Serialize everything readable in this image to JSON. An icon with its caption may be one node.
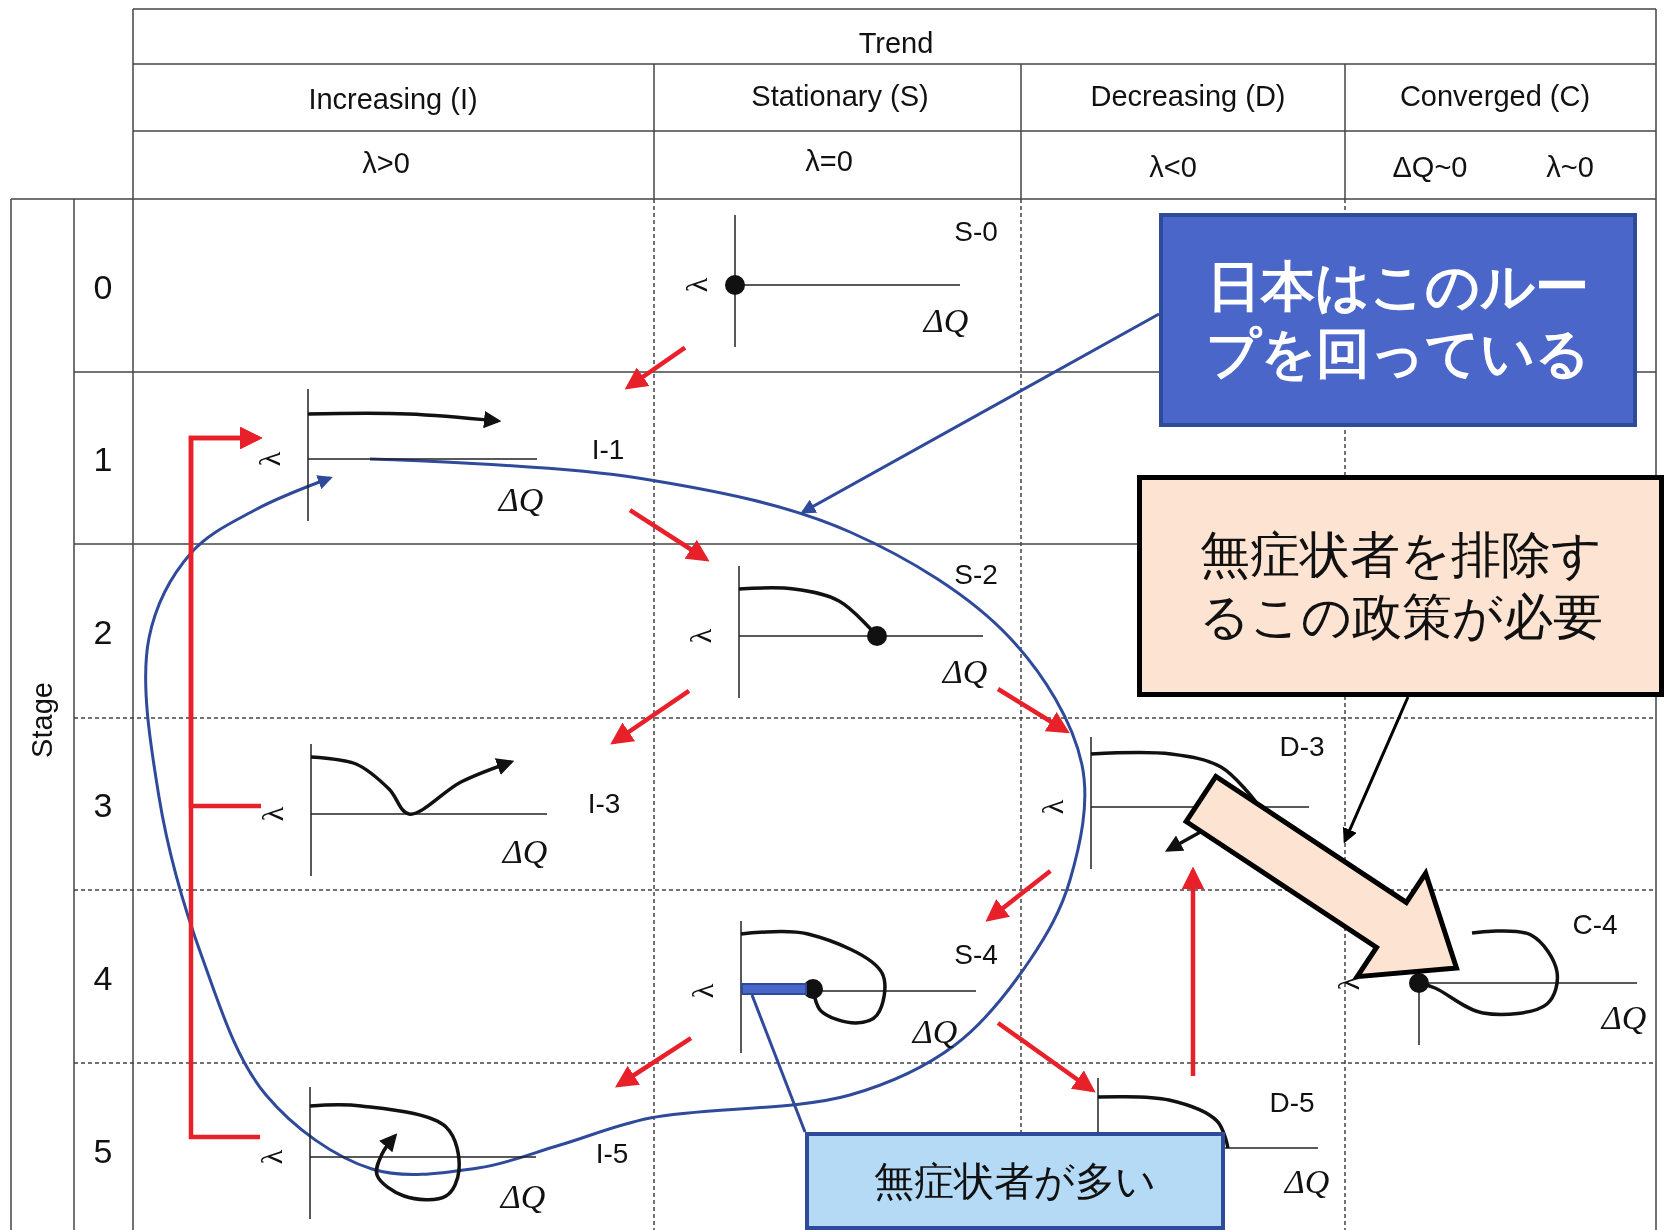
{
  "diagram": {
    "nodes": [
      {
        "text": [
          "S-0",
          "λ",
          "ΔQ"
        ]
      },
      {
        "text": [
          "I-1",
          "λ",
          "ΔQ"
        ]
      },
      {
        "text": [
          "S-2",
          "λ",
          "ΔQ"
        ]
      },
      {
        "text": [
          "I-3",
          "λ",
          "ΔQ"
        ]
      },
      {
        "text": [
          "D-3",
          "λ"
        ]
      },
      {
        "text": [
          "S-4",
          "λ",
          "ΔQ"
        ]
      },
      {
        "text": [
          "C-4",
          "λ",
          "ΔQ"
        ]
      },
      {
        "text": [
          "I-5",
          "λ",
          "ΔQ"
        ]
      },
      {
        "text": [
          "D-5",
          "ΔQ"
        ]
      },
      {
        "text": [
          "日本はこのループを回っている"
        ]
      },
      {
        "text": [
          "無症状者を排除するこの政策が必要"
        ]
      },
      {
        "text": [
          "無症状者が多い"
        ]
      },
      {
        "text": [],
        "shape": "bar",
        "in": 5
      }
    ],
    "edges": [
      {
        "from": 0,
        "to": 1,
        "arrow": "to"
      },
      {
        "from": 1,
        "to": 2,
        "arrow": "to"
      },
      {
        "from": 2,
        "to": 3,
        "arrow": "to"
      },
      {
        "from": 2,
        "to": 4,
        "arrow": "to"
      },
      {
        "from": 4,
        "to": 5,
        "arrow": "to"
      },
      {
        "from": 5,
        "to": 7,
        "arrow": "to"
      },
      {
        "from": 5,
        "to": 8,
        "arrow": "to"
      },
      {
        "from": 8,
        "to": 4,
        "arrow": "to"
      },
      {
        "from": 3,
        "to": 1,
        "arrow": "to"
      },
      {
        "from": 7,
        "to": 1,
        "arrow": "to"
      },
      {
        "from": 4,
        "to": 6,
        "arrow": "to",
        "style": "thick",
        "color": "#fde4d2"
      },
      {
        "from": 9,
        "to": null,
        "arrow": "to",
        "color": "#2f4a9a"
      },
      {
        "from": 10,
        "to": 4,
        "arrow": "to",
        "color": "#000000"
      },
      {
        "from": 11,
        "to": 12,
        "arrow": "none",
        "color": "#2f4a9a"
      }
    ],
    "labels": [
      "Trend",
      "Increasing (I)",
      "Stationary (S)",
      "Decreasing (D)",
      "Converged (C)",
      "λ>0",
      "λ=0",
      "λ<0",
      "ΔQ~0",
      "λ~0",
      "Stage",
      "0",
      "1",
      "2",
      "3",
      "4",
      "5"
    ]
  }
}
